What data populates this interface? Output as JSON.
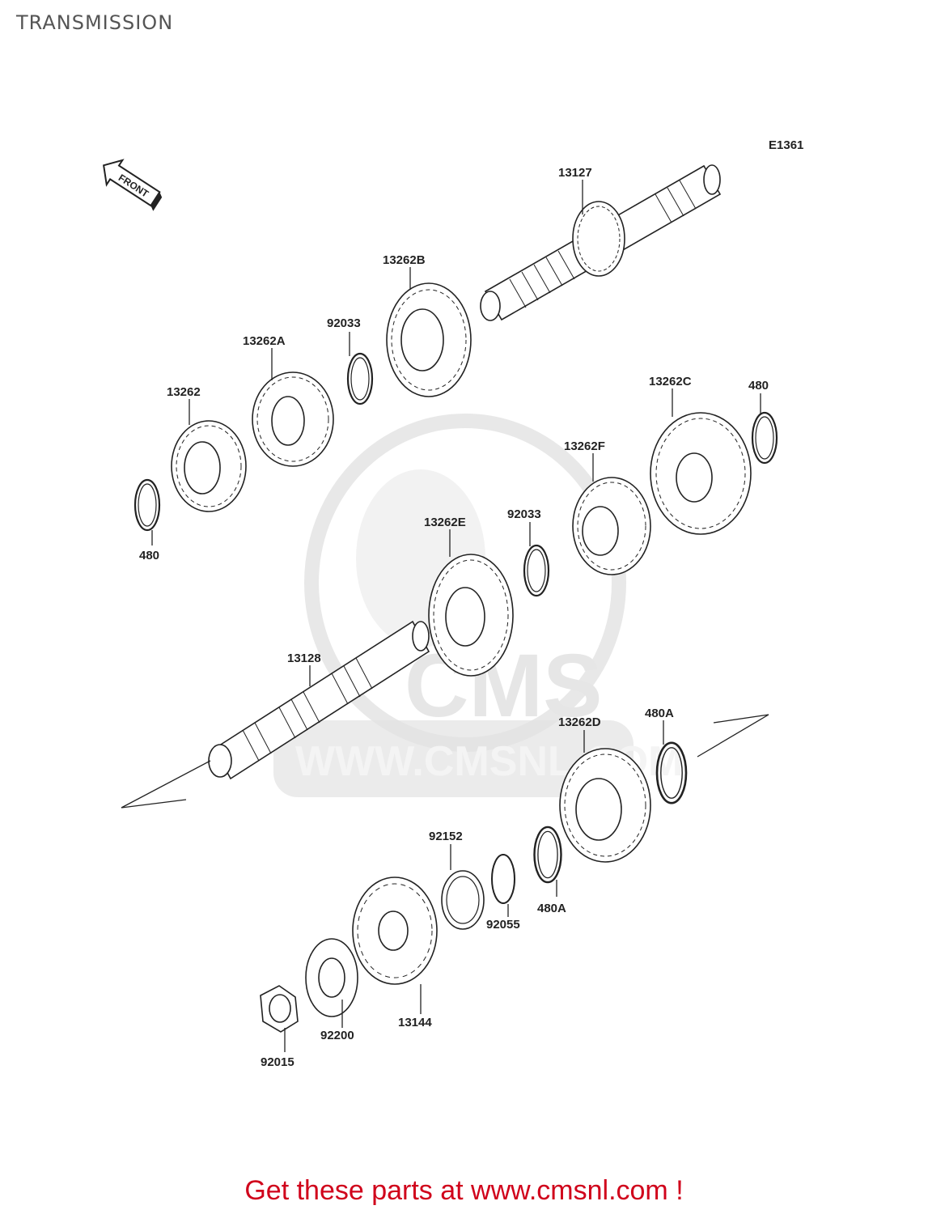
{
  "header": {
    "title": "TRANSMISSION"
  },
  "diagram": {
    "code": "E1361",
    "front_arrow_label": "FRONT",
    "watermark": {
      "brand": "CMS",
      "url": "WWW.CMSNL.COM"
    },
    "parts": [
      {
        "id": "13127",
        "label": "13127"
      },
      {
        "id": "13262B",
        "label": "13262B"
      },
      {
        "id": "92033-a",
        "label": "92033"
      },
      {
        "id": "13262A",
        "label": "13262A"
      },
      {
        "id": "13262",
        "label": "13262"
      },
      {
        "id": "480-a",
        "label": "480"
      },
      {
        "id": "480-b",
        "label": "480"
      },
      {
        "id": "13262C",
        "label": "13262C"
      },
      {
        "id": "13262F",
        "label": "13262F"
      },
      {
        "id": "92033-b",
        "label": "92033"
      },
      {
        "id": "13262E",
        "label": "13262E"
      },
      {
        "id": "13128",
        "label": "13128"
      },
      {
        "id": "13262D",
        "label": "13262D"
      },
      {
        "id": "480A-a",
        "label": "480A"
      },
      {
        "id": "480A-b",
        "label": "480A"
      },
      {
        "id": "92152",
        "label": "92152"
      },
      {
        "id": "92055",
        "label": "92055"
      },
      {
        "id": "13144",
        "label": "13144"
      },
      {
        "id": "92200",
        "label": "92200"
      },
      {
        "id": "92015",
        "label": "92015"
      }
    ]
  },
  "footer": {
    "text": "Get these parts at www.cmsnl.com !"
  }
}
